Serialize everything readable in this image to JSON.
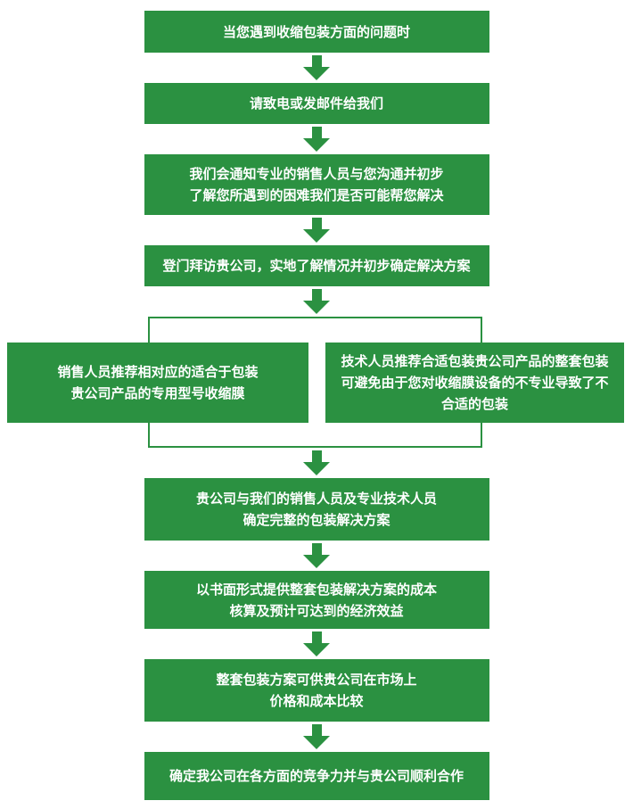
{
  "colors": {
    "green": "#2b9141",
    "text": "#ffffff",
    "background": "#ffffff"
  },
  "flow": {
    "steps": [
      {
        "label": "当您遇到收缩包装方面的问题时"
      },
      {
        "label": "请致电或发邮件给我们"
      },
      {
        "label": "我们会通知专业的销售人员与您沟通并初步\n了解您所遇到的困难我们是否可能帮您解决"
      },
      {
        "label": "登门拜访贵公司，实地了解情况并初步确定解决方案"
      },
      {
        "label": "贵公司与我们的销售人员及专业技术人员\n确定完整的包装解决方案"
      },
      {
        "label": "以书面形式提供整套包装解决方案的成本\n核算及预计可达到的经济效益"
      },
      {
        "label": "整套包装方案可供贵公司在市场上\n价格和成本比较"
      },
      {
        "label": "确定我公司在各方面的竞争力并与贵公司顺利合作"
      }
    ],
    "branch": {
      "left_label": "销售人员推荐相对应的适合于包装\n贵公司产品的专用型号收缩膜",
      "right_label": "技术人员推荐合适包装贵公司产品的整套包装\n可避免由于您对收缩膜设备的不专业导致了不\n合适的包装"
    }
  }
}
